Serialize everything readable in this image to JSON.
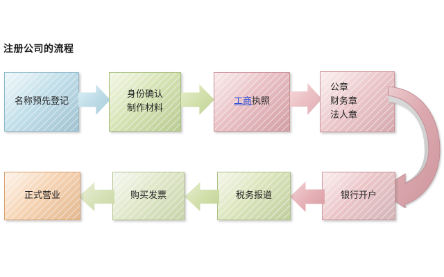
{
  "page": {
    "title": "注册公司的流程",
    "background": "#ffffff"
  },
  "palette": {
    "blue": "#bcdce8",
    "green": "#d2e0ad",
    "green_light": "#dde5c4",
    "pink": "#e6b9bd",
    "pink_light": "#eac3c6",
    "orange": "#f5d0ad",
    "link_blue": "#2a4fd6",
    "text": "#232323"
  },
  "flow": {
    "top_row": [
      {
        "id": "name-pre-registration",
        "color": "blue",
        "lines": [
          {
            "text": "名称预先登记",
            "link": false
          }
        ]
      },
      {
        "id": "identity-and-materials",
        "color": "green",
        "lines": [
          {
            "text": "身份确认",
            "link": false
          },
          {
            "text": "制作材料",
            "link": false
          }
        ]
      },
      {
        "id": "business-license",
        "color": "pink",
        "lines": [
          {
            "text": "工商",
            "link": true
          },
          {
            "text": "执照",
            "link": false
          }
        ]
      },
      {
        "id": "official-seals",
        "color": "pink-light",
        "lines": [
          {
            "text": "公章",
            "link": false
          },
          {
            "text": "财务章",
            "link": false
          },
          {
            "text": "法人章",
            "link": false
          }
        ]
      }
    ],
    "bottom_row": [
      {
        "id": "bank-account",
        "color": "pink",
        "lines": [
          {
            "text": "银行开户",
            "link": false
          }
        ]
      },
      {
        "id": "tax-registration",
        "color": "green",
        "lines": [
          {
            "text": "税务报道",
            "link": false
          }
        ]
      },
      {
        "id": "purchase-invoices",
        "color": "green-light",
        "lines": [
          {
            "text": "购买发票",
            "link": false
          }
        ]
      },
      {
        "id": "start-business",
        "color": "orange",
        "lines": [
          {
            "text": "正式营业",
            "link": false
          }
        ]
      }
    ],
    "connectors": [
      {
        "id": "arrow-1",
        "from": "name-pre-registration",
        "to": "identity-and-materials",
        "direction": "right",
        "color": "blue"
      },
      {
        "id": "arrow-2",
        "from": "identity-and-materials",
        "to": "business-license",
        "direction": "right",
        "color": "green"
      },
      {
        "id": "arrow-3",
        "from": "business-license",
        "to": "official-seals",
        "direction": "right",
        "color": "pink"
      },
      {
        "id": "arrow-curve",
        "from": "official-seals",
        "to": "bank-account",
        "direction": "curved-down-left",
        "color": "pink"
      },
      {
        "id": "arrow-4",
        "from": "bank-account",
        "to": "tax-registration",
        "direction": "left",
        "color": "pink"
      },
      {
        "id": "arrow-5",
        "from": "tax-registration",
        "to": "purchase-invoices",
        "direction": "left",
        "color": "green"
      },
      {
        "id": "arrow-6",
        "from": "purchase-invoices",
        "to": "start-business",
        "direction": "left",
        "color": "green-light"
      }
    ]
  }
}
